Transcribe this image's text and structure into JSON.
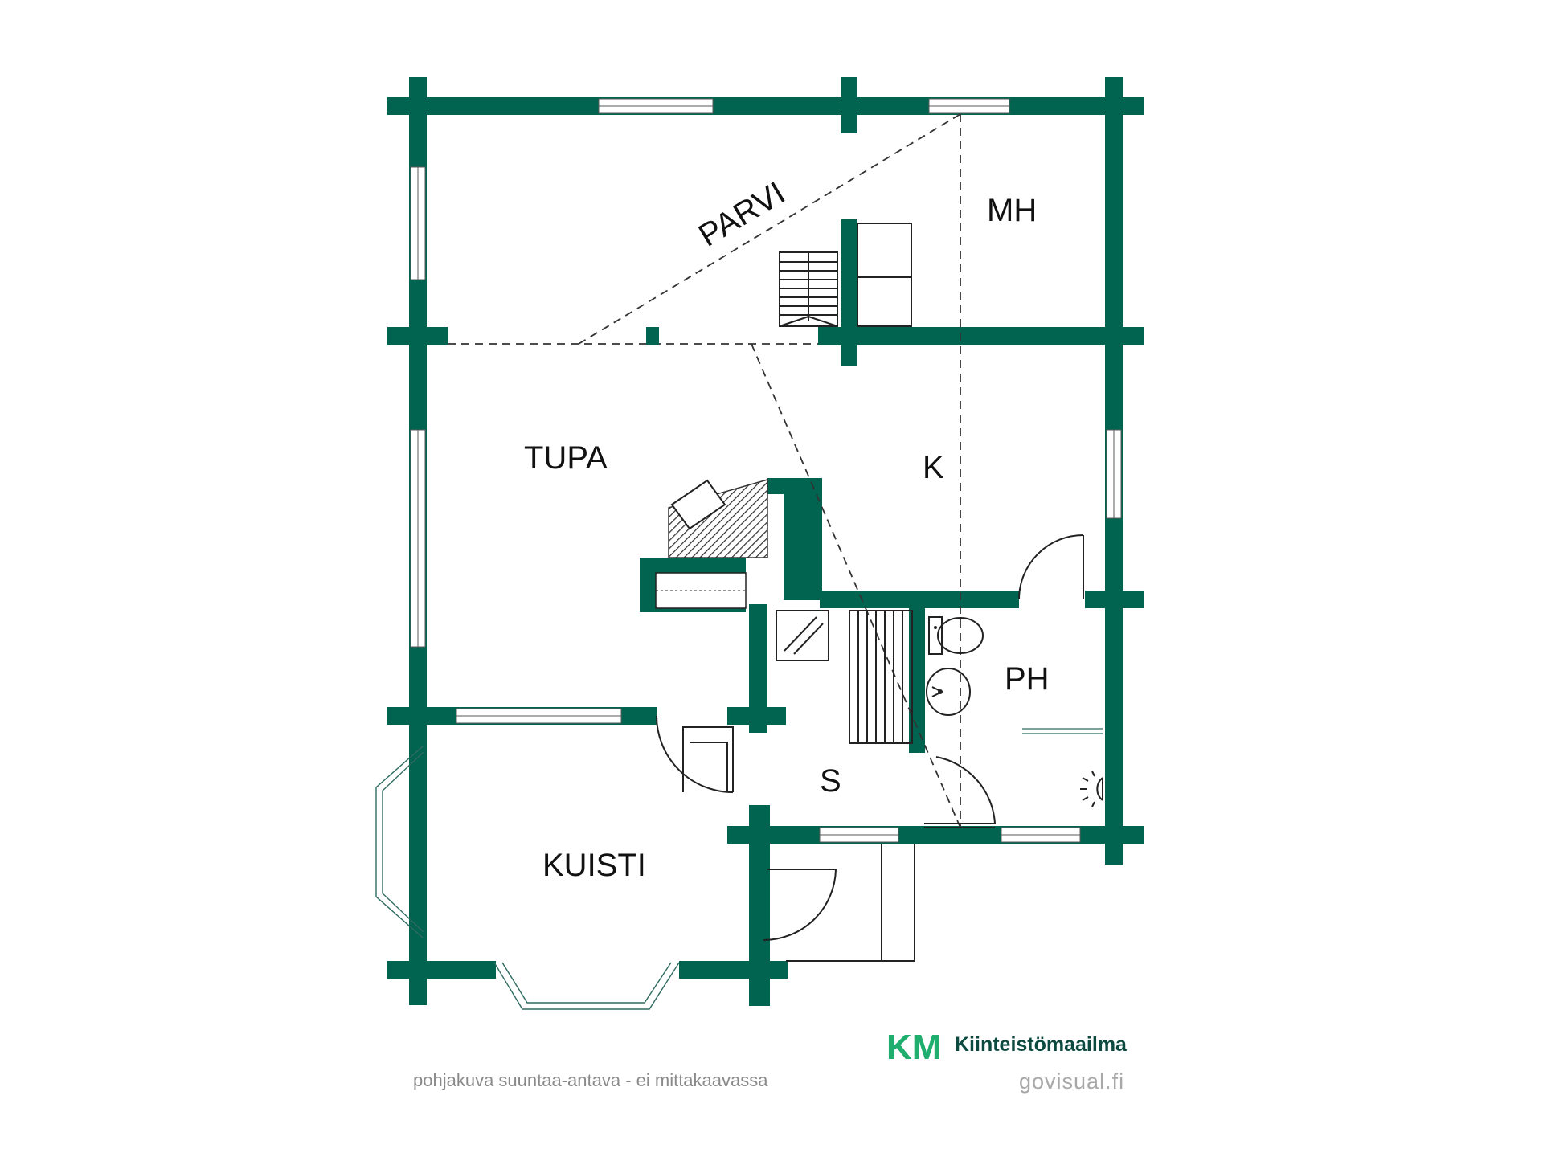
{
  "rooms": {
    "parvi": "PARVI",
    "mh": "MH",
    "tupa": "TUPA",
    "k": "K",
    "ph": "PH",
    "s": "S",
    "kuisti": "KUISTI"
  },
  "footer": {
    "disclaimer": "pohjakuva suuntaa-antava - ei mittakaavassa",
    "brand_mark": "KM",
    "brand_name": "Kiinteistömaailma",
    "site": "govisual.fi"
  },
  "colors": {
    "wall": "#006450",
    "brand_green": "#1fae6e",
    "brand_dark": "#0c4a40"
  },
  "icons": {
    "toilet": "toilet-icon",
    "sink": "sink-icon",
    "shower": "shower-icon",
    "stove": "stove-icon"
  }
}
